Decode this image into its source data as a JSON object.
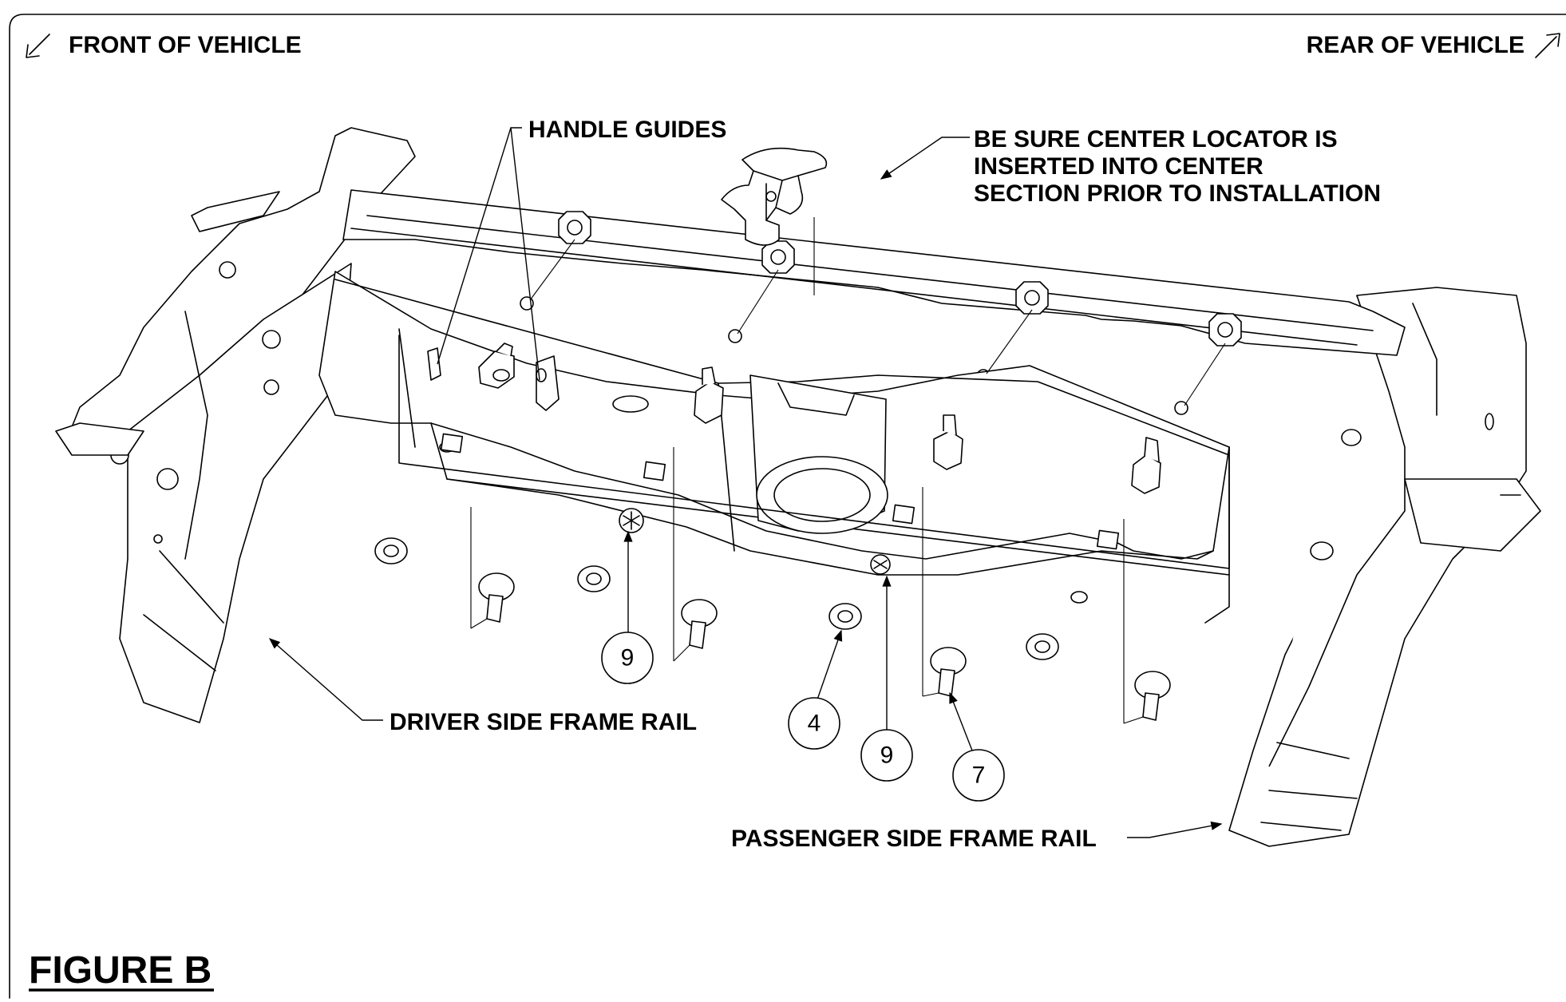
{
  "orientation": {
    "front_label": "FRONT OF VEHICLE",
    "rear_label": "REAR OF VEHICLE"
  },
  "callouts": {
    "handle_guides": "HANDLE GUIDES",
    "center_locator_note": [
      "BE SURE CENTER LOCATOR IS",
      "INSERTED INTO CENTER",
      "SECTION PRIOR TO INSTALLATION"
    ],
    "driver_rail": "DRIVER SIDE FRAME RAIL",
    "passenger_rail": "PASSENGER SIDE FRAME RAIL"
  },
  "balloons": [
    "9",
    "4",
    "9",
    "7"
  ],
  "figure_title": "FIGURE B"
}
